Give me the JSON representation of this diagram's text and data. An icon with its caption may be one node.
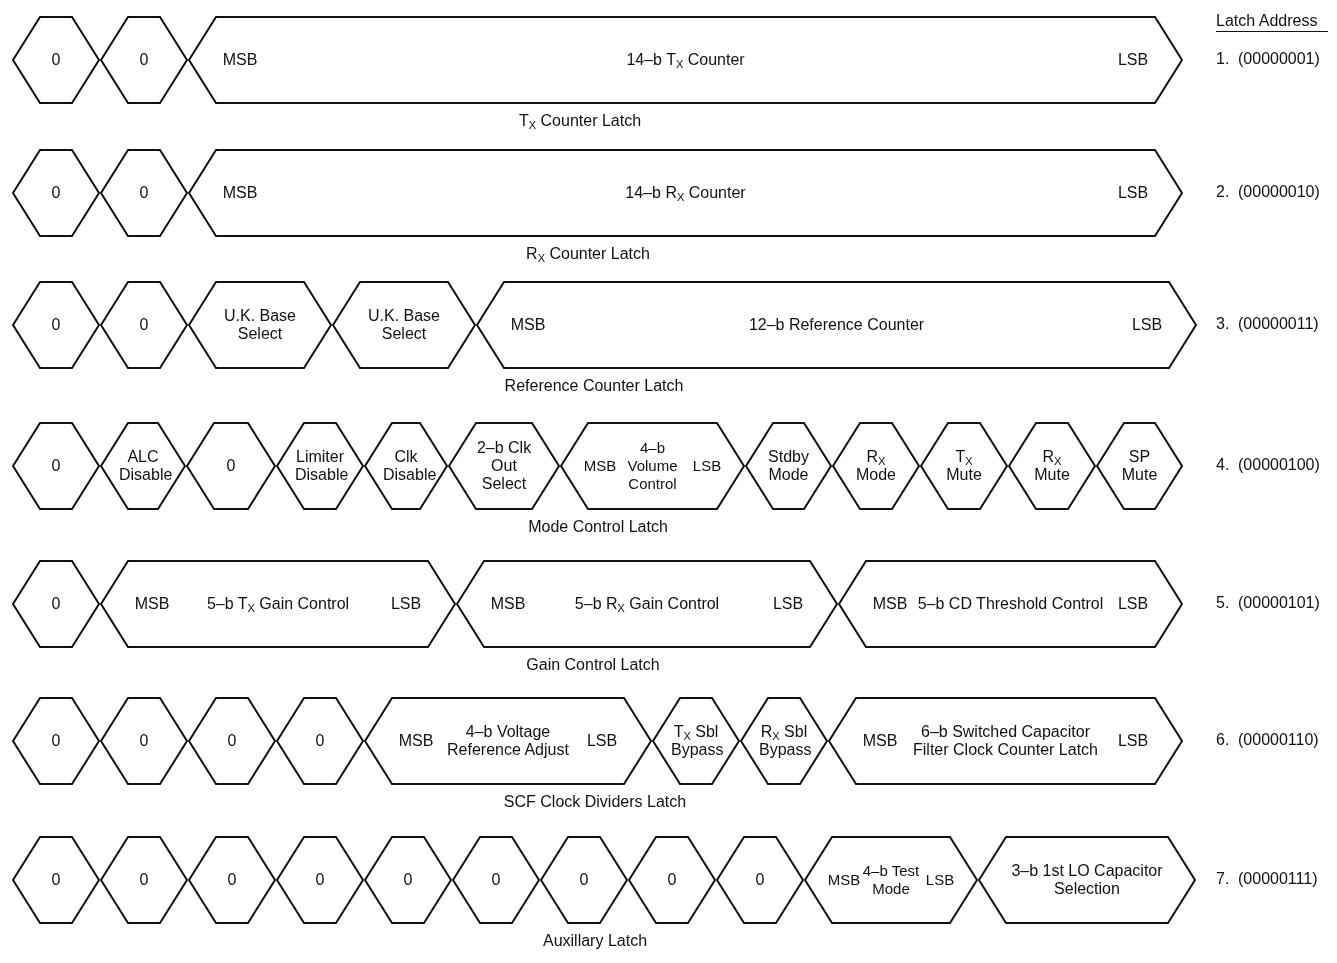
{
  "diagram": {
    "nodes": [
      {
        "text": [
          "0"
        ]
      },
      {
        "text": [
          "0"
        ]
      },
      {
        "text": [
          "MSB",
          "14–b T$_{X}$ Counter",
          "LSB"
        ]
      },
      {
        "text": [
          "0"
        ]
      },
      {
        "text": [
          "0"
        ]
      },
      {
        "text": [
          "MSB",
          "14–b R$_{X}$ Counter",
          "LSB"
        ]
      },
      {
        "text": [
          "0"
        ]
      },
      {
        "text": [
          "0"
        ]
      },
      {
        "text": [
          "U.K. Base Select"
        ]
      },
      {
        "text": [
          "U.K. Base Select"
        ]
      },
      {
        "text": [
          "MSB",
          "12–b Reference Counter",
          "LSB"
        ]
      },
      {
        "text": [
          "0"
        ]
      },
      {
        "text": [
          "ALC Disable"
        ]
      },
      {
        "text": [
          "0"
        ]
      },
      {
        "text": [
          "Limiter Disable"
        ]
      },
      {
        "text": [
          "Clk Disable"
        ]
      },
      {
        "text": [
          "2–b Clk Out Select"
        ]
      },
      {
        "text": [
          "MSB",
          "4–b Volume Control",
          "LSB"
        ]
      },
      {
        "text": [
          "Stdby Mode"
        ]
      },
      {
        "text": [
          "R$_{X}$ Mode"
        ]
      },
      {
        "text": [
          "T$_{X}$ Mute"
        ]
      },
      {
        "text": [
          "R$_{X}$ Mute"
        ]
      },
      {
        "text": [
          "SP Mute"
        ]
      },
      {
        "text": [
          "0"
        ]
      },
      {
        "text": [
          "MSB",
          "5–b T$_{X}$ Gain Control",
          "LSB"
        ]
      },
      {
        "text": [
          "MSB",
          "5–b R$_{X}$ Gain Control",
          "LSB"
        ]
      },
      {
        "text": [
          "MSB",
          "5–b CD Threshold Control",
          "LSB"
        ]
      },
      {
        "text": [
          "0"
        ]
      },
      {
        "text": [
          "0"
        ]
      },
      {
        "text": [
          "0"
        ]
      },
      {
        "text": [
          "0"
        ]
      },
      {
        "text": [
          "MSB",
          "4–b Voltage Reference Adjust",
          "LSB"
        ]
      },
      {
        "text": [
          "T$_{X}$ Sbl Bypass"
        ]
      },
      {
        "text": [
          "R$_{X}$ Sbl Bypass"
        ]
      },
      {
        "text": [
          "MSB",
          "6–b Switched Capacitor Filter Clock Counter Latch",
          "LSB"
        ]
      },
      {
        "text": [
          "0"
        ]
      },
      {
        "text": [
          "0"
        ]
      },
      {
        "text": [
          "0"
        ]
      },
      {
        "text": [
          "0"
        ]
      },
      {
        "text": [
          "0"
        ]
      },
      {
        "text": [
          "0"
        ]
      },
      {
        "text": [
          "0"
        ]
      },
      {
        "text": [
          "0"
        ]
      },
      {
        "text": [
          "0"
        ]
      },
      {
        "text": [
          "MSB",
          "4–b Test Mode",
          "LSB"
        ]
      },
      {
        "text": [
          "3–b 1st LO Capacitor Selection"
        ]
      }
    ],
    "labels": [
      "Latch Address",
      "1.",
      "(00000001)",
      "T$_{X}$ Counter Latch",
      "2.",
      "(00000010)",
      "R$_{X}$ Counter Latch",
      "3.",
      "(00000011)",
      "Reference Counter Latch",
      "4.",
      "(00000100)",
      "Mode Control Latch",
      "5.",
      "(00000101)",
      "Gain Control Latch",
      "6.",
      "(00000110)",
      "SCF Clock Dividers Latch",
      "7.",
      "(00000111)",
      "Auxillary Latch"
    ]
  }
}
